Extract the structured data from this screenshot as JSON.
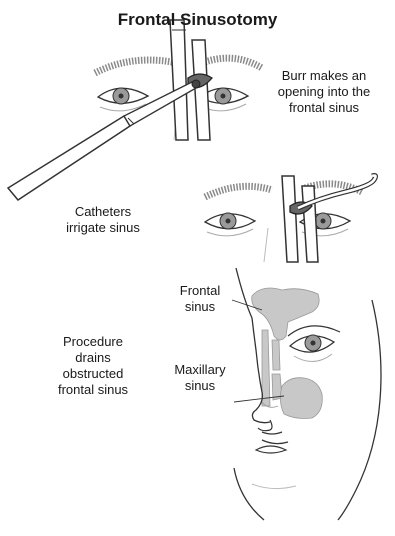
{
  "title": "Frontal Sinusotomy",
  "labels": {
    "burr": [
      "Burr makes an",
      "opening into the",
      "frontal sinus"
    ],
    "catheters": [
      "Catheters",
      "irrigate sinus"
    ],
    "frontal_sinus": [
      "Frontal",
      "sinus"
    ],
    "procedure": [
      "Procedure",
      "drains",
      "obstructed",
      "frontal sinus"
    ],
    "maxillary_sinus": [
      "Maxillary",
      "sinus"
    ]
  },
  "colors": {
    "sinus_fill": "#c8c8c8",
    "line": "#333333",
    "eyebrow": "#888888",
    "iris": "#9a9a9a"
  }
}
